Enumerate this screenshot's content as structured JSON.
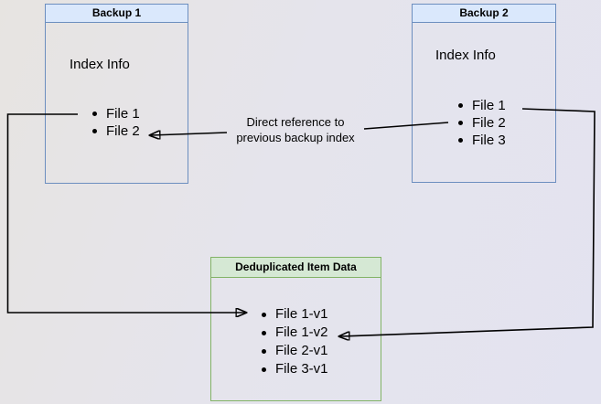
{
  "colors": {
    "blue_border": "#6c8ebf",
    "blue_header_fill": "#dae8fc",
    "green_border": "#82b366",
    "green_header_fill": "#d5e8d4",
    "arrow": "#000000",
    "text": "#000000"
  },
  "backup1": {
    "title": "Backup 1",
    "label": "Index Info",
    "items": [
      "File 1",
      "File 2"
    ]
  },
  "backup2": {
    "title": "Backup 2",
    "label": "Index Info",
    "items": [
      "File 1",
      "File 2",
      "File 3"
    ]
  },
  "dedup": {
    "title": "Deduplicated Item Data",
    "items": [
      "File 1-v1",
      "File 1-v2",
      "File 2-v1",
      "File 3-v1"
    ]
  },
  "annotation": {
    "line1": "Direct reference to",
    "line2": "previous backup index"
  }
}
